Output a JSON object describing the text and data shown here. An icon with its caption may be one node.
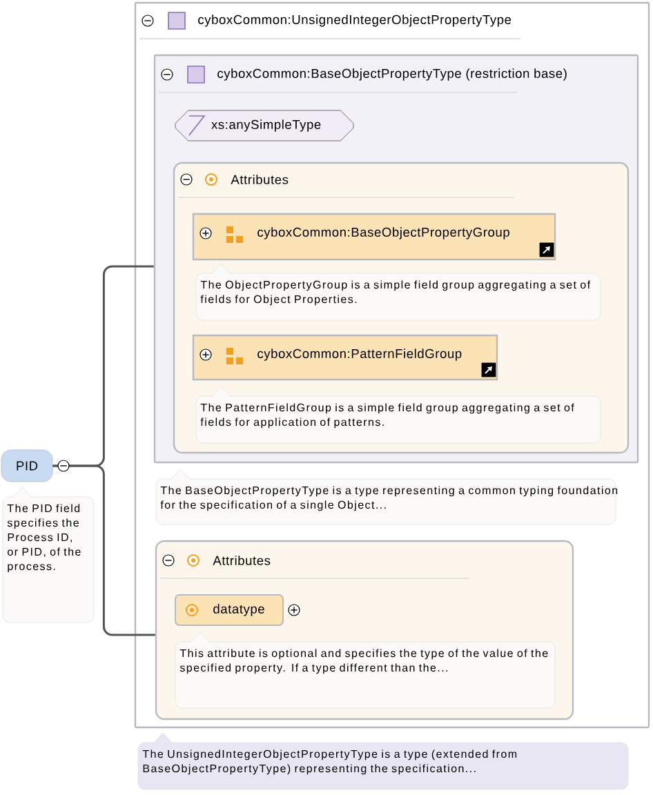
{
  "diagram": {
    "nodes": [
      {
        "text": [
          "PID"
        ],
        "beside": [
          "The PID field specifies the Process ID, or PID, of the process."
        ]
      },
      {
        "text": [
          "cyboxCommon:UnsignedIntegerObjectPropertyType"
        ],
        "beside": [
          "The UnsignedIntegerObjectPropertyType is a type (extended from BaseObjectPropertyType) representing the specification..."
        ]
      },
      {
        "text": [
          "cyboxCommon:BaseObjectPropertyType (restriction base)"
        ],
        "in": 1,
        "beside": [
          "The BaseObjectPropertyType is a type representing a common typing foundation for the specification of a single Object..."
        ]
      },
      {
        "text": [
          "xs:anySimpleType"
        ],
        "in": 2
      },
      {
        "text": [
          "Attributes"
        ],
        "in": 2
      },
      {
        "text": [
          "cyboxCommon:BaseObjectPropertyGroup"
        ],
        "in": 4,
        "beside": [
          "The ObjectPropertyGroup is a simple field group aggregating a set of fields for Object Properties."
        ]
      },
      {
        "text": [
          "cyboxCommon:PatternFieldGroup"
        ],
        "in": 4,
        "beside": [
          "The PatternFieldGroup is a simple field group aggregating a set of fields for application of patterns."
        ]
      },
      {
        "text": [
          "Attributes"
        ],
        "in": 1
      },
      {
        "text": [
          "datatype"
        ],
        "in": 7,
        "beside": [
          "This attribute is optional and specifies the type of the value of the specified property. If a type different than the..."
        ]
      }
    ],
    "edges": [
      {
        "from": 0,
        "to": 2,
        "arrow": "none"
      },
      {
        "from": 0,
        "to": 7,
        "arrow": "none"
      }
    ]
  }
}
